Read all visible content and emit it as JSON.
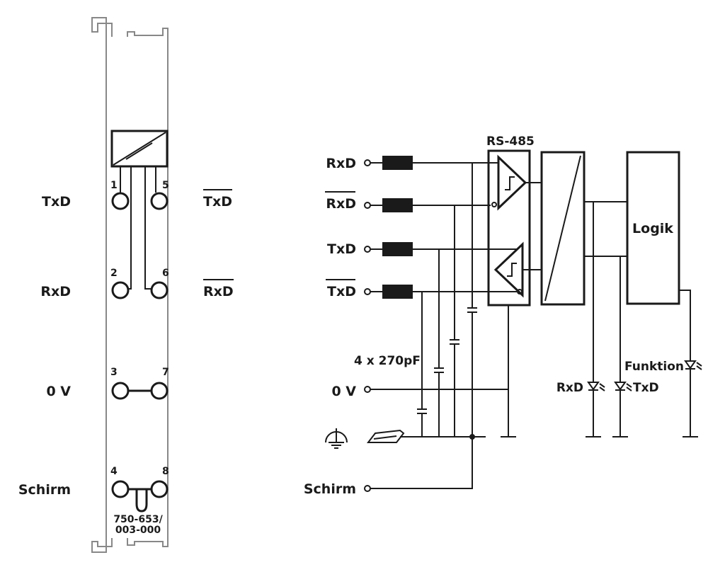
{
  "module": {
    "signals_left": {
      "txd": "TxD",
      "rxd": "RxD",
      "zero_v": "0 V",
      "schirm": "Schirm"
    },
    "signals_right": {
      "txd_n": "TxD",
      "rxd_n": "RxD"
    },
    "terminal_numbers": [
      "1",
      "2",
      "3",
      "4",
      "5",
      "6",
      "7",
      "8"
    ],
    "part_number_line1": "750-653/",
    "part_number_line2": "003-000"
  },
  "schematic": {
    "header": "RS-485",
    "logic_block": "Logik",
    "inputs": {
      "rxd": "RxD",
      "rxd_n": "RxD",
      "txd": "TxD",
      "txd_n": "TxD",
      "zero_v": "0 V",
      "schirm": "Schirm"
    },
    "capacitor_note": "4 x 270pF",
    "leds": {
      "rxd": "RxD",
      "txd": "TxD",
      "function": "Funktion"
    }
  },
  "colors": {
    "ink": "#1a1a1a",
    "module_frame": "#888888",
    "background": "#ffffff"
  }
}
